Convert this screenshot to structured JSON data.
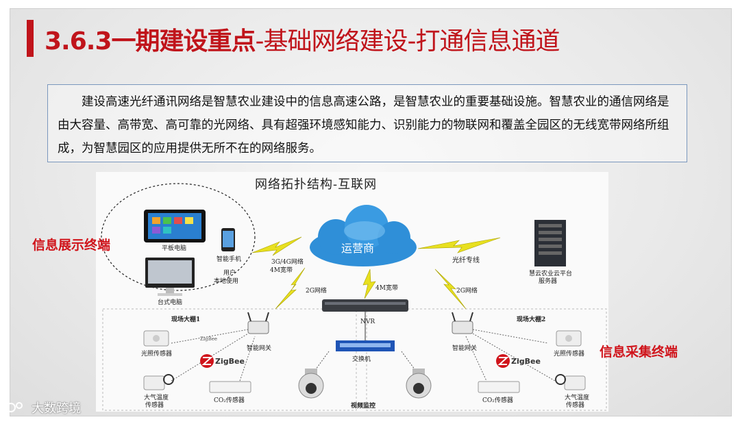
{
  "slide": {
    "title_main": "3.6.3一期建设重点",
    "title_sub": "-基础网络建设-打通信息通道",
    "intro_text": "建设高速光纤通讯网络是智慧农业建设中的信息高速公路，是智慧农业的重要基础设施。智慧农业的通信网络是由大容量、高带宽、高可靠的光网络、具有超强环境感知能力、识别能力的物联网和覆盖全园区的无线宽带网络所组成，为智慧园区的应用提供无所不在的网络服务。",
    "left_tag": "信息展示终端",
    "right_tag": "信息采集终端",
    "watermark": "大数跨境"
  },
  "diagram": {
    "title": "网络拓扑结构-互联网",
    "cloud_label": "运营商",
    "tablet_label": "平板电脑",
    "phone_label": "智能手机",
    "desktop_label": "台式电脑",
    "user_label_1": "用户",
    "user_label_2": "本地使用",
    "link_3g4g_1": "3G/4G网络",
    "link_3g4g_2": "4M宽带",
    "fiber_label": "光纤专线",
    "server_label_1": "慧云农业云平台",
    "server_label_2": "服务器",
    "link_2g_left": "2G网络",
    "link_4m": "4M宽带",
    "link_2g_right": "2G网络",
    "nvr_label": "NVR",
    "switch_label": "交换机",
    "video_label": "视频监控",
    "greenhouse_1": "现场大棚1",
    "greenhouse_2": "现场大棚2",
    "gateway_left": "智能网关",
    "gateway_right": "智能网关",
    "light_sensor_left": "光照传感器",
    "light_sensor_right": "光照传感器",
    "air_sensor_left_1": "大气温度",
    "air_sensor_left_2": "传感器",
    "air_sensor_right_1": "大气温度",
    "air_sensor_right_2": "传感器",
    "co2_left": "CO₂传感器",
    "co2_right": "CO₂传感器",
    "zigbee": "ZigBee",
    "zigbee_link": "ZigBee"
  },
  "colors": {
    "accent_red": "#c0141b",
    "cloud_blue": "#2f8fd8",
    "lightning_yellow": "#e8e020",
    "intro_border": "#7a97bd"
  }
}
